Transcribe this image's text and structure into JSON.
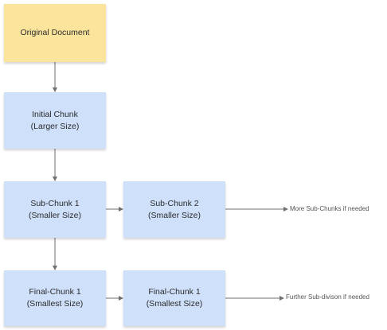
{
  "colors": {
    "root_fill": "#fbe49b",
    "chunk_fill": "#cfe0fb",
    "arrow": "#6f6f6f"
  },
  "nodes": {
    "original": {
      "line1": "Original Document"
    },
    "initial": {
      "line1": "Initial Chunk",
      "line2": "(Larger Size)"
    },
    "sub1": {
      "line1": "Sub-Chunk 1",
      "line2": "(Smaller Size)"
    },
    "sub2": {
      "line1": "Sub-Chunk 2",
      "line2": "(Smaller Size)"
    },
    "final1": {
      "line1": "Final-Chunk 1",
      "line2": "(Smallest Size)"
    },
    "final2": {
      "line1": "Final-Chunk 1",
      "line2": "(Smallest Size)"
    }
  },
  "edge_labels": {
    "more": "More Sub-Chunks if needed",
    "further": "Further Sub-divison if needed"
  }
}
